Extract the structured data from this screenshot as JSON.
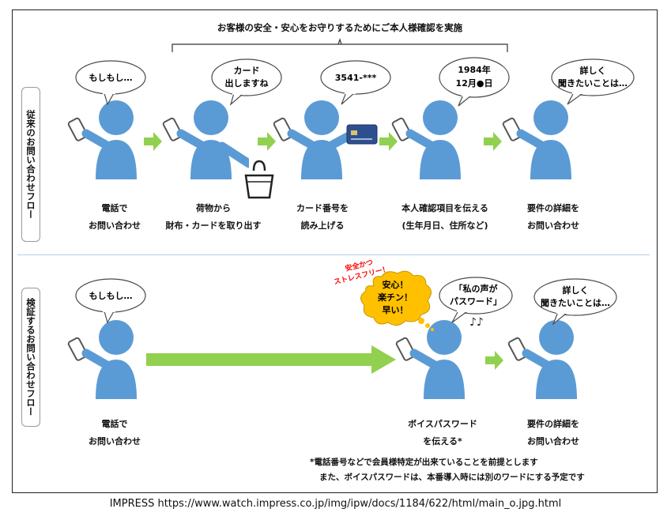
{
  "header": {
    "title": "お客様の安全・安心をお守りするためにご本人様確認を実施"
  },
  "rows": {
    "conventional_label": "従来のお問い合わせフロー",
    "verification_label": "検証するお問い合わせフロー"
  },
  "conventional": {
    "bubbles": [
      {
        "line1": "もしもし…",
        "line2": ""
      },
      {
        "line1": "カード",
        "line2": "出しますね"
      },
      {
        "line1": "3541-***",
        "line2": ""
      },
      {
        "line1": "1984年",
        "line2": "12月●日"
      },
      {
        "line1": "詳しく",
        "line2": "聞きたいことは…"
      }
    ],
    "steps": [
      {
        "line1": "電話で",
        "line2": "お問い合わせ"
      },
      {
        "line1": "荷物から",
        "line2": "財布・カードを取り出す"
      },
      {
        "line1": "カード番号を",
        "line2": "読み上げる"
      },
      {
        "line1": "本人確認項目を伝える",
        "line2": "(生年月日、住所など)"
      },
      {
        "line1": "要件の詳細を",
        "line2": "お問い合わせ"
      }
    ]
  },
  "verification": {
    "bubbles": [
      {
        "line1": "もしもし…",
        "line2": ""
      },
      {
        "line1": "「私の声が",
        "line2": "パスワード」"
      },
      {
        "line1": "詳しく",
        "line2": "聞きたいことは…"
      }
    ],
    "steps": [
      {
        "line1": "電話で",
        "line2": "お問い合わせ"
      },
      {
        "line1": "ボイスパスワード",
        "line2": "を伝える*"
      },
      {
        "line1": "要件の詳細を",
        "line2": "お問い合わせ"
      }
    ],
    "burst": {
      "line1": "安心！",
      "line2": "楽チン！",
      "line3": "早い！"
    },
    "tag": {
      "line1": "安全かつ",
      "line2": "ストレスフリー！"
    },
    "notes": "♪♪"
  },
  "footnote": {
    "line1": "*電話番号などで会員様特定が出来ていることを前提とします",
    "line2": "また、ボイスパスワードは、本番導入時には別のワードにする予定です"
  },
  "caption": "IMPRESS https://www.watch.impress.co.jp/img/ipw/docs/1184/622/html/main_o.jpg.html",
  "colors": {
    "person": "#5b9bd5",
    "arrow": "#92d050",
    "burst": "#ffc000",
    "tag": "#ff0000",
    "divider": "#b9cde4"
  }
}
